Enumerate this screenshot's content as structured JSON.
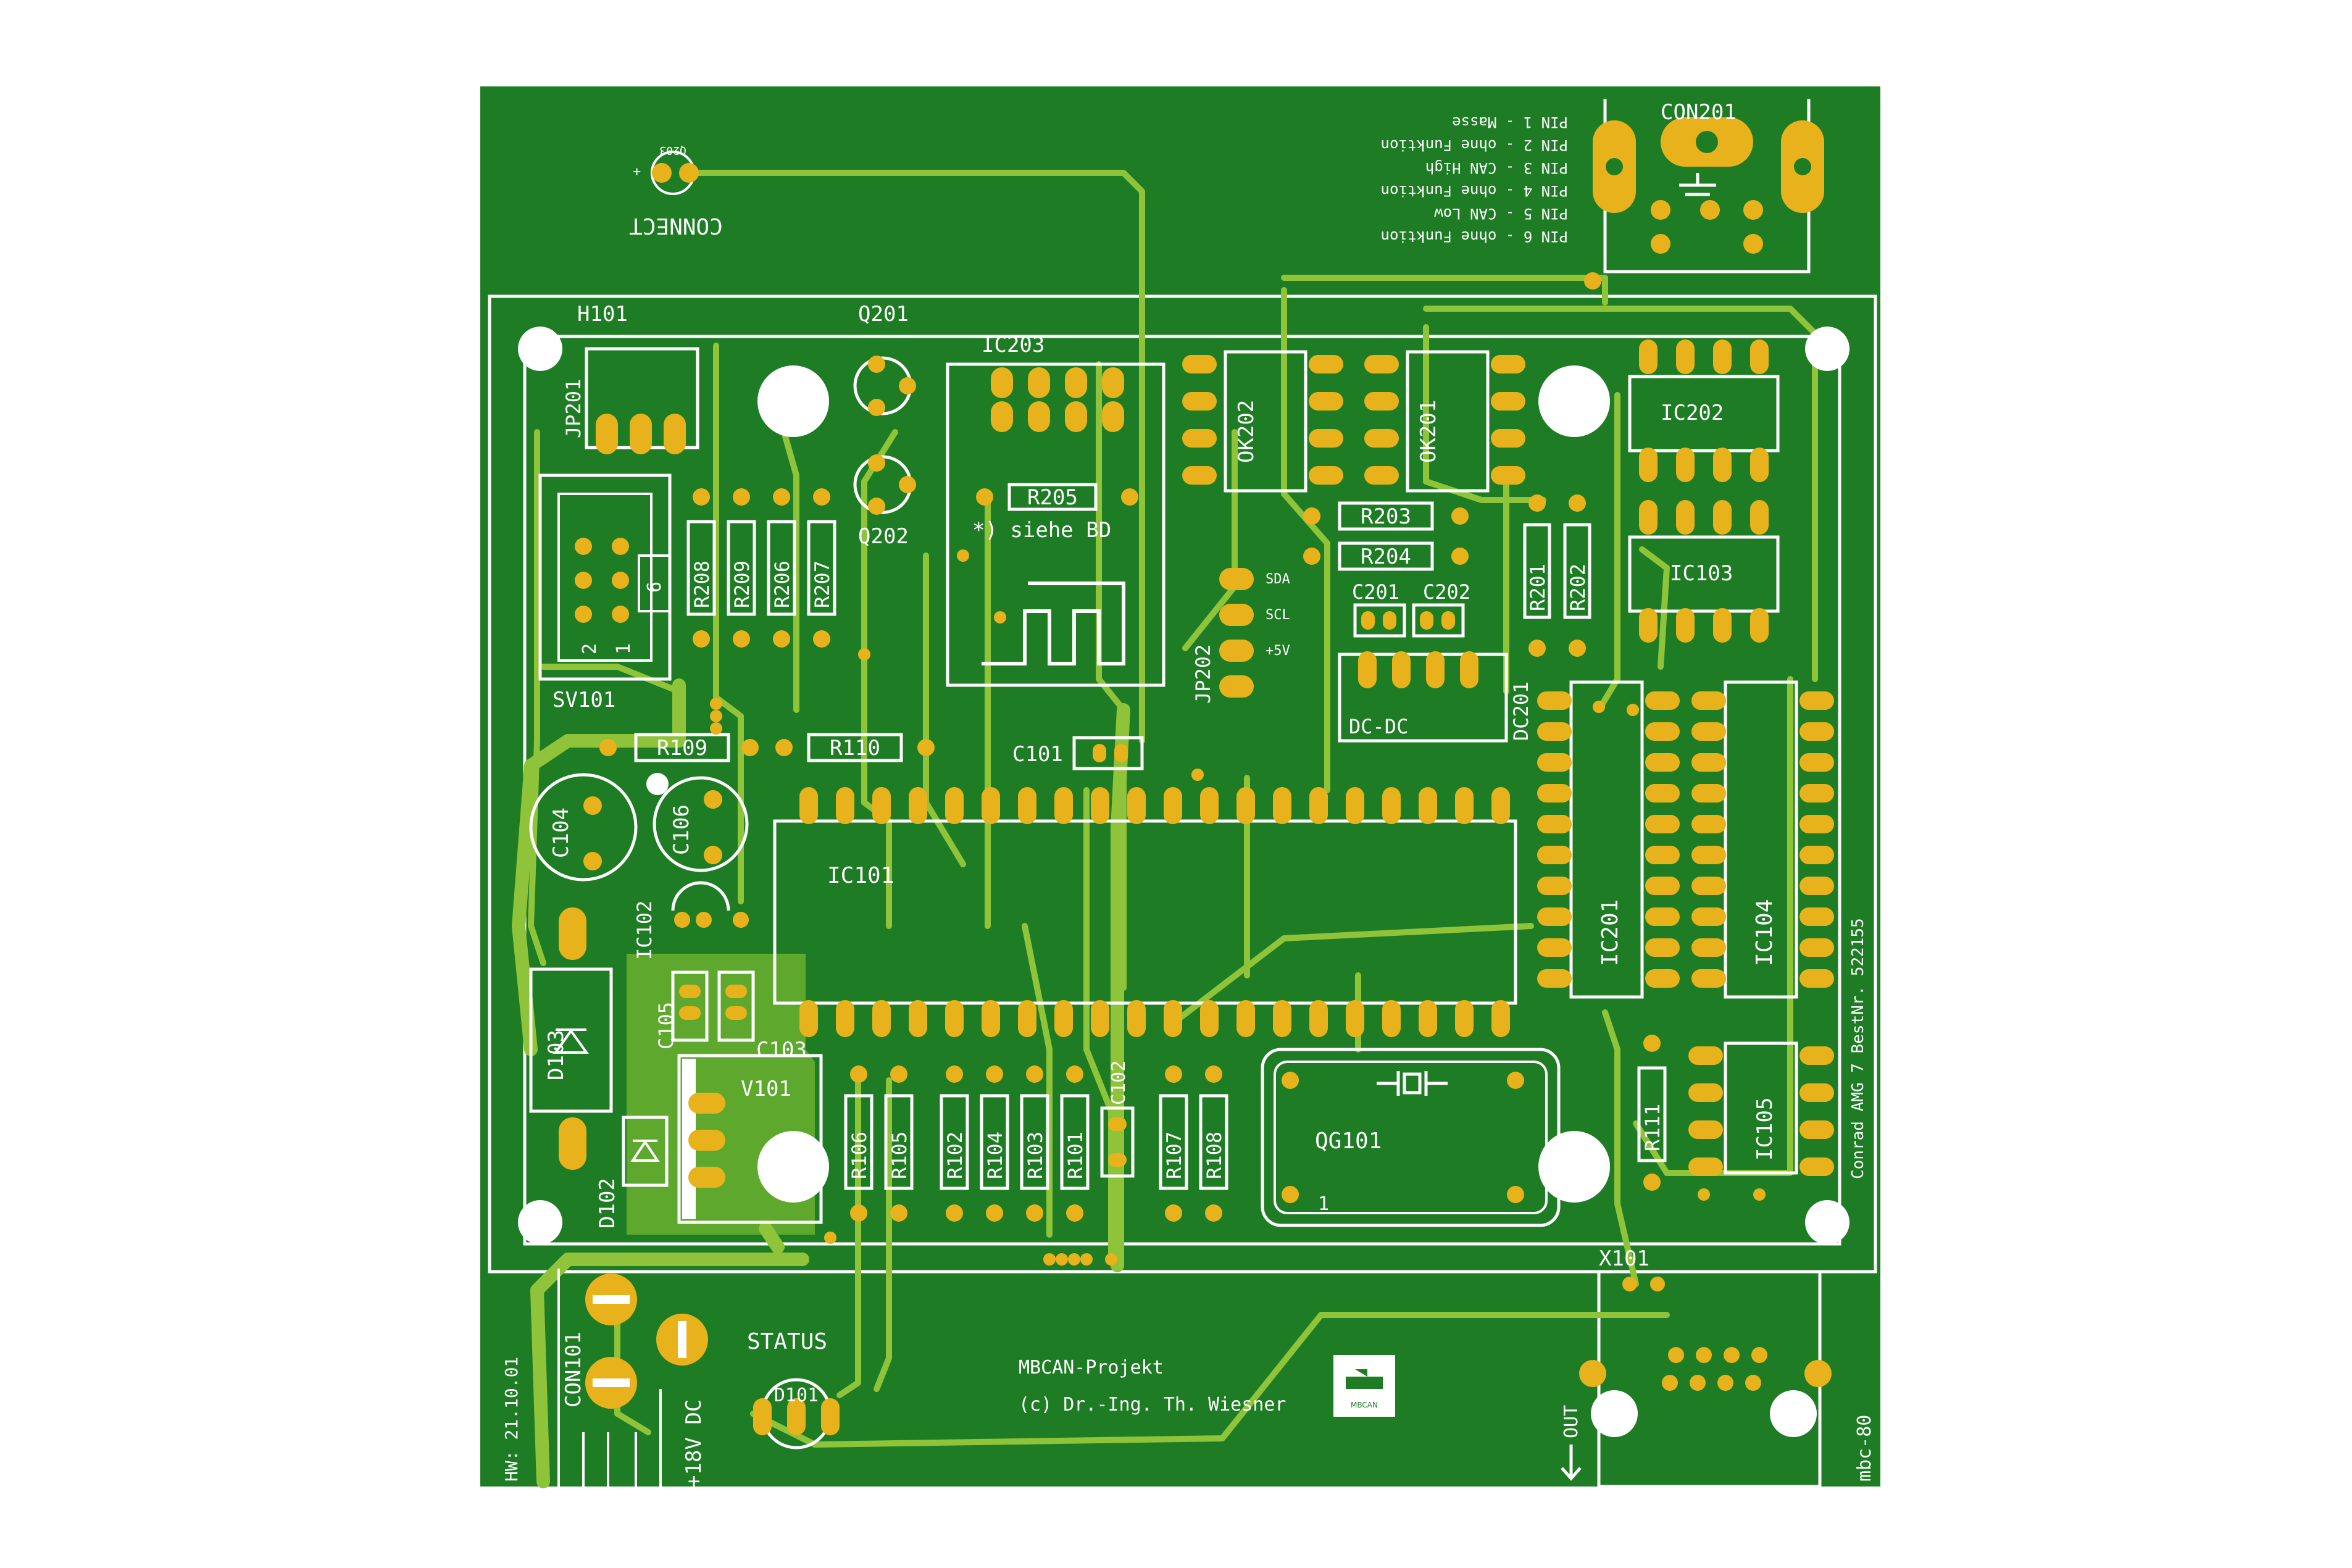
{
  "colors": {
    "background": "#ffffff",
    "board": "#1e7d24",
    "trace": "#8fc33a",
    "copper_fill": "#5ea82e",
    "pad": "#e8b21c",
    "silk": "#ffffff"
  },
  "pin_legend": [
    "PIN 6 - ohne Funktion",
    "PIN 5 - CAN Low",
    "PIN 4 - ohne Funktion",
    "PIN 3 - CAN High",
    "PIN 2 - ohne Funktion",
    "PIN 1 - Masse"
  ],
  "labels": {
    "con201": "CON201",
    "connect": "CONNECT",
    "q203": "Q203",
    "h101": "H101",
    "q201": "Q201",
    "ic203": "IC203",
    "jp201": "JP201",
    "q202": "Q202",
    "r205": "R205",
    "siehe_bd": "*) siehe BD",
    "ok202": "OK202",
    "ok201": "OK201",
    "ic202": "IC202",
    "r208": "R208",
    "r209": "R209",
    "r206": "R206",
    "r207": "R207",
    "r203": "R203",
    "r204": "R204",
    "r201": "R201",
    "r202": "R202",
    "ic103": "IC103",
    "sda": "SDA",
    "scl": "SCL",
    "plus5v": "+5V",
    "jp202": "JP202",
    "c201": "C201",
    "c202": "C202",
    "dc_dc": "DC-DC",
    "dc201": "DC201",
    "sv101": "SV101",
    "sv_pin6": "6",
    "sv_pin2": "2",
    "sv_pin1": "1",
    "r109": "R109",
    "r110": "R110",
    "c101": "C101",
    "c104": "C104",
    "c106": "C106",
    "ic101": "IC101",
    "ic102": "IC102",
    "ic201": "IC201",
    "ic104": "IC104",
    "bestnr": "Conrad AMG 7 BestNr. 522155",
    "c105": "C105",
    "c103": "C103",
    "d103": "D103",
    "v101": "V101",
    "d102": "D102",
    "r106": "R106",
    "r105": "R105",
    "r102": "R102",
    "r104": "R104",
    "r103": "R103",
    "r101": "R101",
    "c102": "C102",
    "r107": "R107",
    "r108": "R108",
    "qg101": "QG101",
    "qg_pin1": "1",
    "r111": "R111",
    "ic105": "IC105",
    "x101": "X101",
    "hw": "HW: 21.10.01",
    "con101": "CON101",
    "v18": "+18V DC",
    "status": "STATUS",
    "d101": "D101",
    "project": "MBCAN-Projekt",
    "copyright": "(c) Dr.-Ing. Th. Wiesner",
    "logo_text": "MBCAN",
    "out": "OUT",
    "mbc80": "mbc-80"
  }
}
